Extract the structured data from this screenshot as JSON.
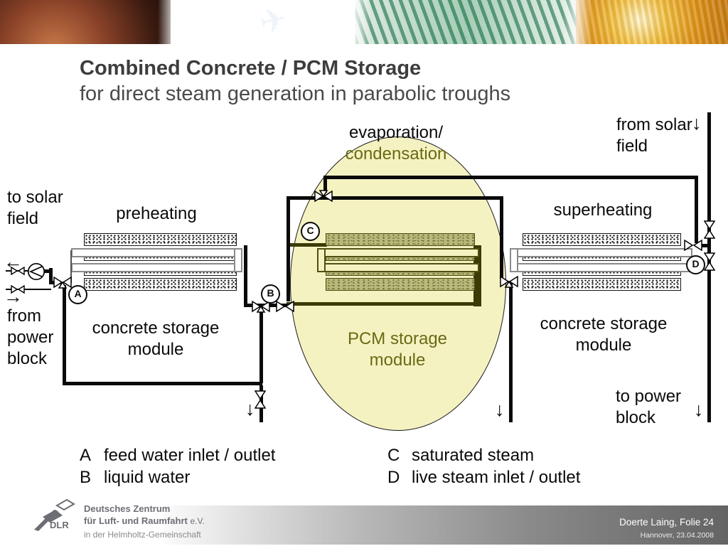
{
  "slide": {
    "title_bold": "Combined Concrete / PCM Storage",
    "title_sub": "for direct steam generation in parabolic troughs"
  },
  "diagram": {
    "labels": {
      "evaporation": "evaporation/",
      "condensation": "condensation",
      "from_solar_1": "from solar",
      "from_solar_2": "field",
      "to_solar_1": "to solar",
      "to_solar_2": "field",
      "preheating": "preheating",
      "superheating": "superheating",
      "from_power_1": "from",
      "from_power_2": "power",
      "from_power_3": "block",
      "to_power_1": "to power",
      "to_power_2": "block",
      "concrete_left_1": "concrete storage",
      "concrete_left_2": "module",
      "concrete_right_1": "concrete storage",
      "concrete_right_2": "module",
      "pcm_1": "PCM storage",
      "pcm_2": "module"
    },
    "markers": {
      "a": "A",
      "b": "B",
      "c": "C",
      "d": "D"
    },
    "arrows": {
      "down": "↓",
      "left": "←",
      "right": "→"
    },
    "legend": [
      {
        "key": "A",
        "text": "feed water inlet / outlet"
      },
      {
        "key": "B",
        "text": "liquid water"
      },
      {
        "key": "C",
        "text": "saturated steam"
      },
      {
        "key": "D",
        "text": "live steam inlet / outlet"
      }
    ],
    "colors": {
      "olive_text": "#6a6a14",
      "ellipse_fill": "#f5f2c2",
      "pipe": "#0a0a0a",
      "pcm_pipe": "#3b3b05"
    }
  },
  "footer": {
    "logo_text": "DLR",
    "org_line1": "Deutsches Zentrum",
    "org_line2": "für Luft- und Raumfahrt",
    "org_line2_suffix": "e.V.",
    "org_line3": "in der Helmholtz-Gemeinschaft",
    "author": "Doerte Laing, Folie 24",
    "date": "Hannover, 23.04.2008"
  }
}
